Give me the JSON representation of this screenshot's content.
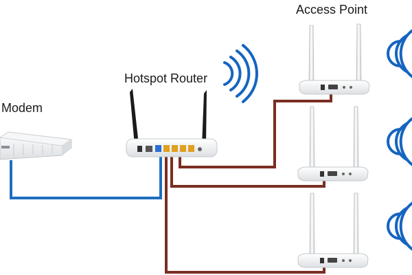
{
  "labels": {
    "modem": "Modem",
    "router": "Hotspot Router",
    "access_point": "Access Point"
  },
  "colors": {
    "background": "#ffffff",
    "cable_blue": "#1e6fbf",
    "cable_brown": "#7a2e22",
    "signal_blue": "#1565c0",
    "device_body": "#eef0f2",
    "device_edge": "#c4c8cc",
    "antenna_dark": "#1b1b1b",
    "antenna_light": "#e6e8ea",
    "lan_port": "#e0a020",
    "wan_port": "#2a6fd6"
  },
  "icons": {
    "signal": "wifi-signal-icon",
    "router": "router-icon",
    "modem": "modem-icon",
    "access_point": "access-point-icon"
  }
}
